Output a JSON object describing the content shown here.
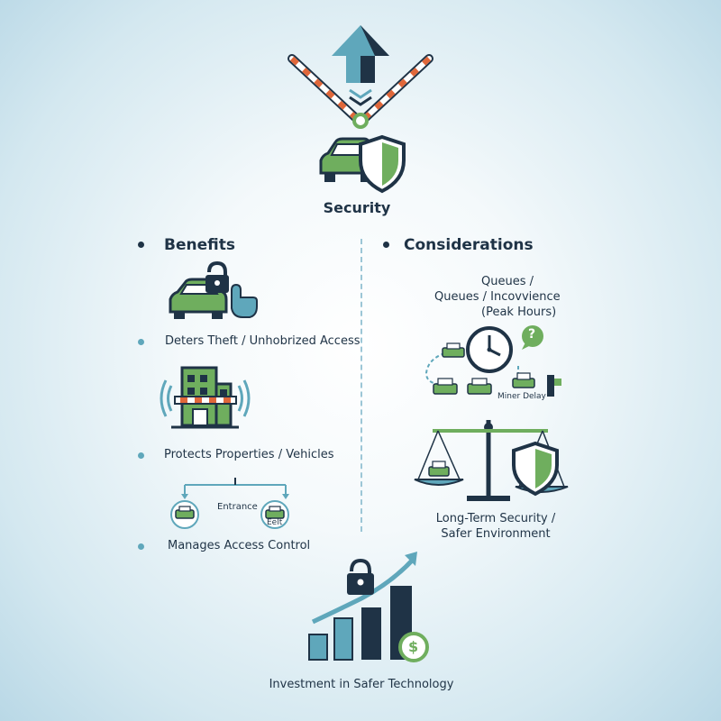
{
  "top": {
    "title": "Security"
  },
  "benefits": {
    "heading": "Benefits",
    "items": [
      {
        "label": "Deters Theft / Unhobrized Access"
      },
      {
        "label": "Protects Properties / Vehicles"
      },
      {
        "label": "Manages Access Control"
      }
    ],
    "entrance_label": "Entrance",
    "exit_label": "Eelt"
  },
  "considerations": {
    "heading": "Considerations",
    "queues_line1": "Queues /",
    "queues_line2": "Queues / Incovvience",
    "queues_line3": "(Peak Hours)",
    "delay_label": "Miner Delay",
    "question_mark": "?",
    "longterm_line1": "Long-Term Security /",
    "longterm_line2": "Safer Environment"
  },
  "bottom": {
    "label": "Investment in Safer Technology",
    "dollar": "$"
  },
  "colors": {
    "navy": "#1f3346",
    "green": "#6fae5e",
    "teal": "#5fa7bb",
    "orange": "#e0673a"
  }
}
